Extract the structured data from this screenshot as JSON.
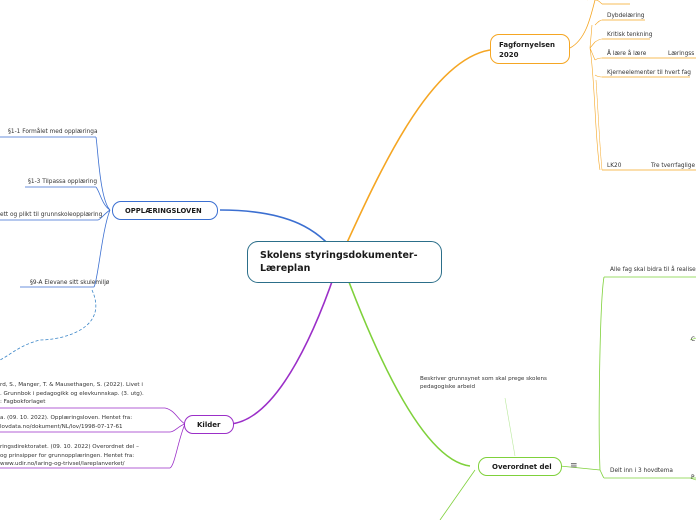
{
  "central": {
    "line1": "Skolens styringsdokumenter-",
    "line2": "Læreplan"
  },
  "branches": {
    "fagfornyelsen": {
      "line1": "Fagfornyelsen",
      "line2": "2020"
    },
    "opplaeringsloven": {
      "label": "OPPLÆRINGSLOVEN"
    },
    "kilder": {
      "label": "Kilder"
    },
    "overordnet": {
      "label": "Overordnet del"
    }
  },
  "fag_items": {
    "dybdelaering": "Dybdelæring",
    "kritisk": "Kritisk tenkning",
    "alaere": "Å lære å lære",
    "laerings": "Læringss",
    "kjerne": "Kjerneelementer til hvert fag",
    "lk20": "LK20",
    "tverr": "Tre tverrfaglige"
  },
  "lov_items": {
    "s11": "§1-1 Formålet med opplæringa",
    "s13": "§1-3 Tilpassa opplæring",
    "rett": "ett og plikt til grunnskoleopplæring",
    "s9a": "§9-A Elevane sitt skulemiljø"
  },
  "kilder_items": {
    "k1": [
      "rd, S., Manger, T. & Mausethagen, S. (2022). Livet i",
      ". Grunnbok i pedagogikk og elevkunnskap. (3. utg).",
      ": Fagbokforlaget"
    ],
    "k2": [
      "a. (09. 10. 2022). Opplæringsloven. Hentet fra:",
      "lovdata.no/dokument/NL/lov/1998-07-17-61"
    ],
    "k3": [
      "ringsdirektoratet. (09. 10. 2022) Overordnet del –",
      "og prinsipper for grunnopplæringen. Hentet fra:",
      "www.udir.no/laring-og-trivsel/lareplanverket/"
    ]
  },
  "overordnet_items": {
    "beskriver1": "Beskriver grunnsynet som skal prege skolens",
    "beskriver2": "pedagogiske arbeid",
    "alle_fag": "Alle fag skal bidra til å realisere",
    "delt": "Delt inn i 3 hovdtema",
    "notes_icon": "≡",
    "cut_c": "C",
    "cut_p": "P"
  },
  "colors": {
    "orange": "#f5a623",
    "blue": "#3b6fd1",
    "purple": "#9b2fc8",
    "green": "#7fd13b",
    "teal": "#2c6f8a",
    "dashed": "#3b86c8"
  }
}
